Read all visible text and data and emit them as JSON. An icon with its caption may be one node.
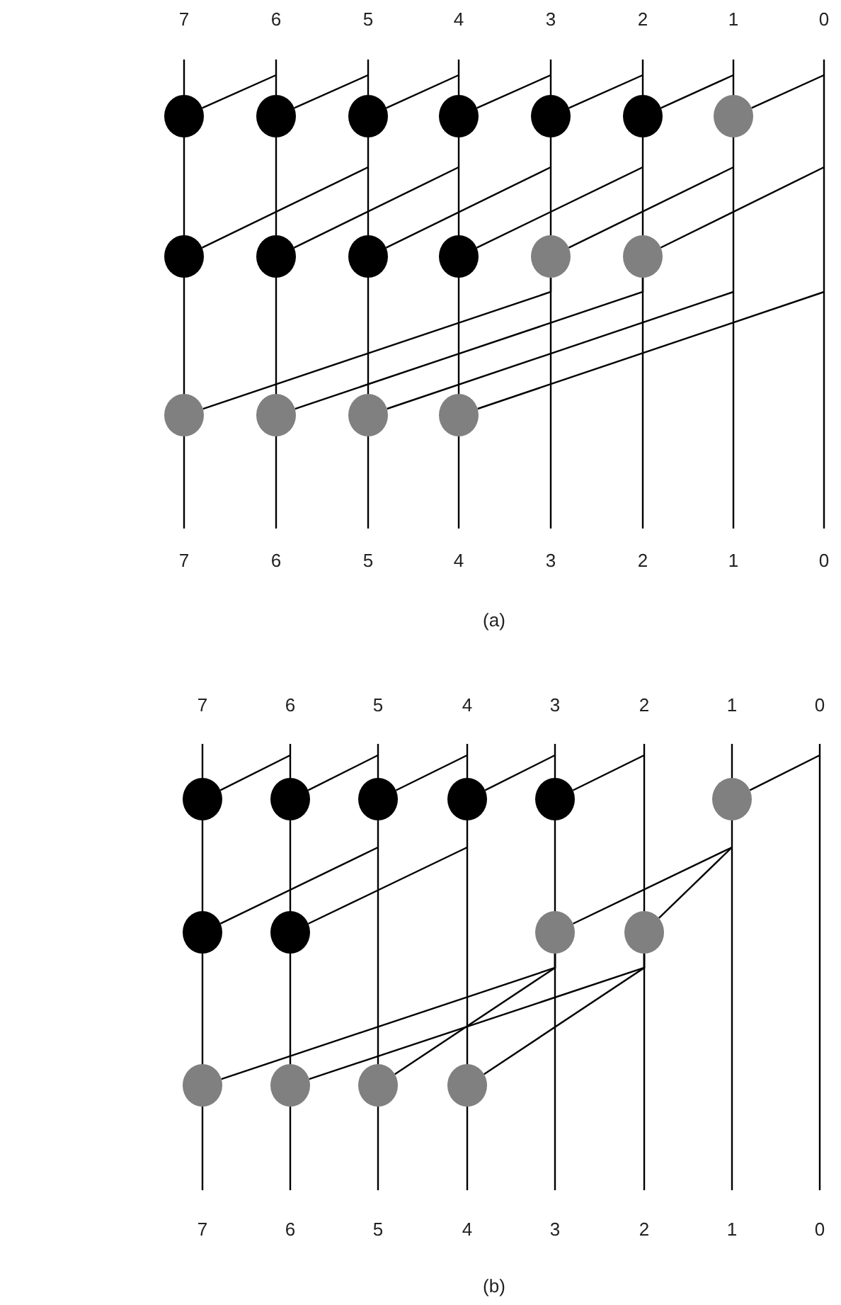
{
  "diagram": {
    "nodes": [
      {
        "text": [],
        "shape": "circle"
      },
      {
        "text": [],
        "shape": "circle"
      },
      {
        "text": [],
        "shape": "circle"
      },
      {
        "text": [],
        "shape": "circle"
      },
      {
        "text": [],
        "shape": "circle"
      },
      {
        "text": [],
        "shape": "circle"
      },
      {
        "text": [],
        "shape": "circle"
      },
      {
        "text": [],
        "shape": "circle"
      },
      {
        "text": [],
        "shape": "circle"
      },
      {
        "text": [],
        "shape": "circle"
      },
      {
        "text": [],
        "shape": "circle"
      },
      {
        "text": [],
        "shape": "circle"
      },
      {
        "text": [],
        "shape": "circle"
      },
      {
        "text": [],
        "shape": "circle"
      },
      {
        "text": [],
        "shape": "circle"
      },
      {
        "text": [],
        "shape": "circle"
      },
      {
        "text": [],
        "shape": "circle"
      },
      {
        "text": [],
        "shape": "circle"
      },
      {
        "text": [],
        "shape": "circle"
      },
      {
        "text": [],
        "shape": "circle"
      },
      {
        "text": [],
        "shape": "circle"
      },
      {
        "text": [],
        "shape": "circle"
      },
      {
        "text": [],
        "shape": "circle"
      },
      {
        "text": [],
        "shape": "circle"
      },
      {
        "text": [],
        "shape": "circle"
      },
      {
        "text": [],
        "shape": "circle"
      },
      {
        "text": [],
        "shape": "circle"
      },
      {
        "text": [],
        "shape": "circle"
      },
      {
        "text": [],
        "shape": "circle"
      },
      {
        "text": [],
        "shape": "circle"
      },
      {
        "text": [],
        "shape": "circle"
      }
    ],
    "edges": [
      {
        "from": null,
        "to": 0,
        "arrow": "none"
      },
      {
        "from": null,
        "to": 1,
        "arrow": "none"
      },
      {
        "from": null,
        "to": 2,
        "arrow": "none"
      },
      {
        "from": null,
        "to": 3,
        "arrow": "none"
      },
      {
        "from": null,
        "to": 4,
        "arrow": "none"
      },
      {
        "from": null,
        "to": 5,
        "arrow": "none"
      },
      {
        "from": null,
        "to": 6,
        "arrow": "none"
      },
      {
        "from": null,
        "to": 7,
        "arrow": "none"
      },
      {
        "from": null,
        "to": 8,
        "arrow": "none"
      },
      {
        "from": null,
        "to": 9,
        "arrow": "none"
      },
      {
        "from": null,
        "to": 10,
        "arrow": "none"
      },
      {
        "from": null,
        "to": 11,
        "arrow": "none"
      },
      {
        "from": null,
        "to": 12,
        "arrow": "none"
      },
      {
        "from": 11,
        "to": 13,
        "arrow": "none"
      },
      {
        "from": 12,
        "to": 14,
        "arrow": "none"
      },
      {
        "from": null,
        "to": 15,
        "arrow": "none"
      },
      {
        "from": null,
        "to": 16,
        "arrow": "none"
      },
      {
        "from": null,
        "to": 17,
        "arrow": "none"
      },
      {
        "from": null,
        "to": 18,
        "arrow": "none"
      },
      {
        "from": null,
        "to": 19,
        "arrow": "none"
      },
      {
        "from": null,
        "to": 20,
        "arrow": "none"
      },
      {
        "from": null,
        "to": 21,
        "arrow": "none"
      },
      {
        "from": null,
        "to": 22,
        "arrow": "none"
      },
      {
        "from": null,
        "to": 23,
        "arrow": "none"
      },
      {
        "from": null,
        "to": 24,
        "arrow": "none"
      },
      {
        "from": null,
        "to": 25,
        "arrow": "none"
      },
      {
        "from": null,
        "to": 26,
        "arrow": "none"
      },
      {
        "from": 25,
        "to": 27,
        "arrow": "none"
      },
      {
        "from": 26,
        "to": 28,
        "arrow": "none"
      },
      {
        "from": 25,
        "to": 29,
        "arrow": "none"
      },
      {
        "from": 26,
        "to": 30,
        "arrow": "none"
      }
    ],
    "labels": [
      "7",
      "6",
      "5",
      "4",
      "3",
      "2",
      "1",
      "0",
      "7",
      "6",
      "5",
      "4",
      "3",
      "2",
      "1",
      "0",
      "(a)",
      "7",
      "6",
      "5",
      "4",
      "3",
      "2",
      "1",
      "0",
      "7",
      "6",
      "5",
      "4",
      "3",
      "2",
      "1",
      "0",
      "(b)"
    ]
  }
}
